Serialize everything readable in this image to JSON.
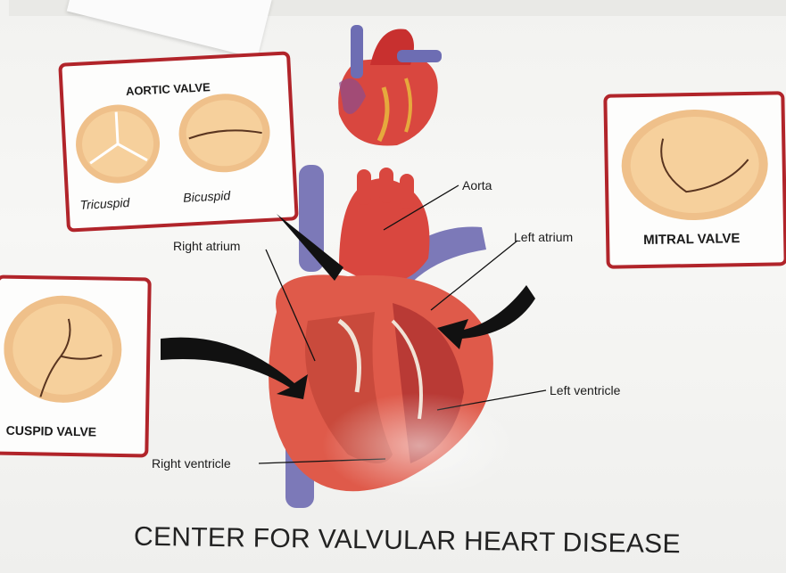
{
  "aortic_card": {
    "title": "AORTIC VALVE",
    "left_label": "Tricuspid",
    "right_label": "Bicuspid"
  },
  "mitral_card": {
    "title": "MITRAL VALVE"
  },
  "tricuspid_card": {
    "title": "CUSPID VALVE"
  },
  "labels": {
    "aorta": "Aorta",
    "right_atrium": "Right atrium",
    "left_atrium": "Left atrium",
    "left_ventricle": "Left ventricle",
    "right_ventricle": "Right ventricle"
  },
  "footer": {
    "title": "CENTER FOR VALVULAR HEART DISEASE"
  },
  "colors": {
    "frame": "#b1242a",
    "valve": "#f3c88f",
    "heart": "#d9473f",
    "vein": "#7c79b8"
  }
}
